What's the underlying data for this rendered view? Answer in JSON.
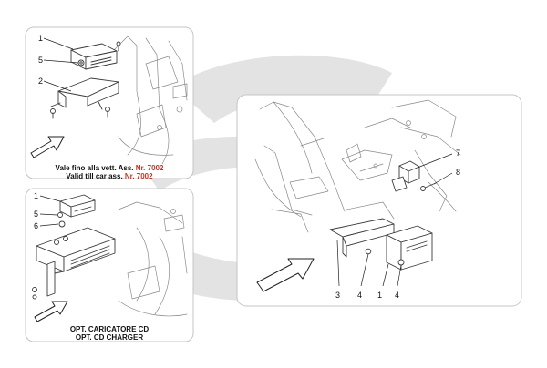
{
  "brand": {
    "watermark_color": "#e3e3e3",
    "accent_red": "#c0392b"
  },
  "panel_top_left": {
    "callouts": [
      "1",
      "5",
      "2"
    ],
    "caption_it_prefix": "Vale fino alla vett. Ass. ",
    "caption_it_value": "Nr. 7002",
    "caption_en_prefix": "Valid till car ass. ",
    "caption_en_value": "Nr. 7002"
  },
  "panel_bottom_left": {
    "callouts": [
      "1",
      "5",
      "6"
    ],
    "caption_it": "OPT. CARICATORE CD",
    "caption_en": "OPT. CD CHARGER"
  },
  "panel_right": {
    "callouts": [
      "7",
      "8",
      "3",
      "4",
      "1",
      "4"
    ]
  }
}
